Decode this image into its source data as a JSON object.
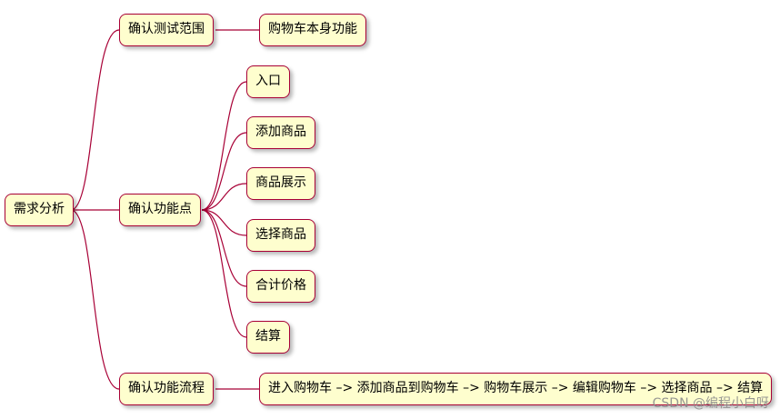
{
  "mindmap": {
    "root": "需求分析",
    "branches": [
      {
        "label": "确认测试范围",
        "children": [
          "购物车本身功能"
        ]
      },
      {
        "label": "确认功能点",
        "children": [
          "入口",
          "添加商品",
          "商品展示",
          "选择商品",
          "合计价格",
          "结算"
        ]
      },
      {
        "label": "确认功能流程",
        "children": [
          "进入购物车 –> 添加商品到购物车 –> 购物车展示 –> 编辑购物车 –> 选择商品 –> 结算"
        ]
      }
    ]
  },
  "watermark": "CSDN @编程小白呀",
  "colors": {
    "node_fill": "#fefece",
    "node_border": "#a80036",
    "line": "#a80036"
  }
}
